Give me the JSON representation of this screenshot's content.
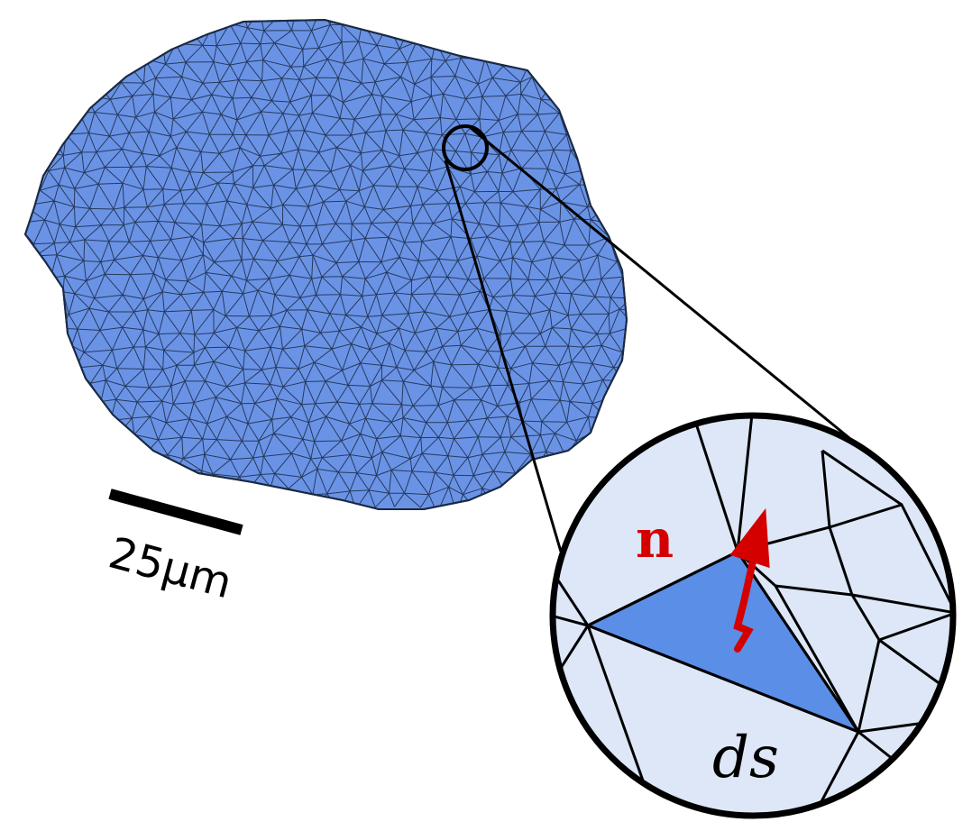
{
  "figure": {
    "scale_bar_label": "25μm",
    "normal_label": "n",
    "area_label": "ds"
  },
  "colors": {
    "mesh_fill": "#6a93e6",
    "mesh_line": "#1a2a44",
    "inset_background": "#dde7f8",
    "highlight_triangle": "#5b8ee6",
    "normal_arrow": "#d40000",
    "outline": "#000000"
  }
}
